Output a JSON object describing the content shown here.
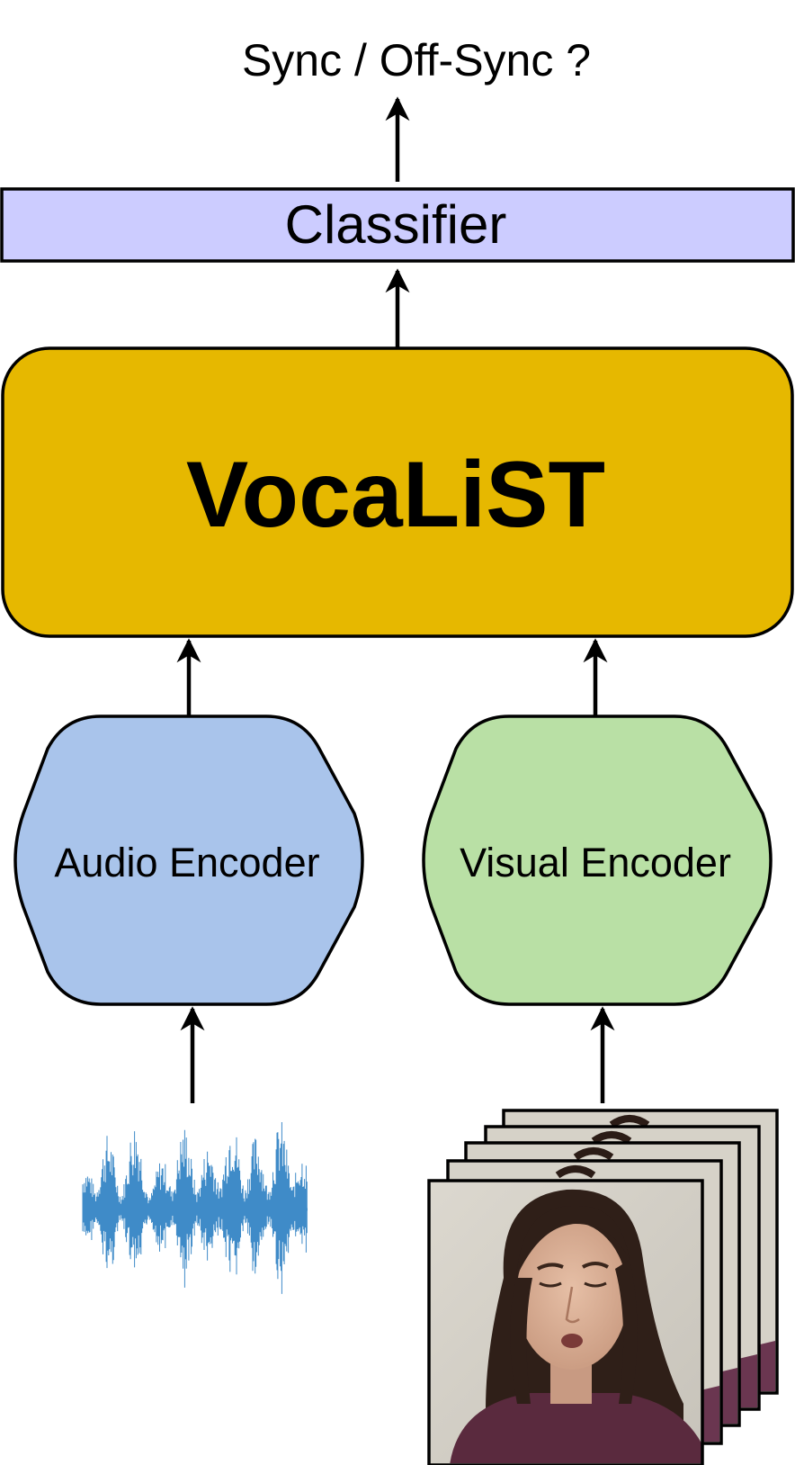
{
  "output_label": "Sync / Off-Sync ?",
  "classifier": {
    "label": "Classifier",
    "color": "#ccccff"
  },
  "core_model": {
    "label": "VocaLiST",
    "color": "#e6b800"
  },
  "audio_encoder": {
    "label": "Audio Encoder",
    "color": "#a9c4eb"
  },
  "visual_encoder": {
    "label": "Visual Encoder",
    "color": "#b9e0a5"
  },
  "inputs": {
    "audio_waveform": {
      "icon": "audio-waveform-icon",
      "color": "#3f8bc8"
    },
    "video_frames": {
      "icon": "video-frames-stack-icon",
      "frame_count": 5
    }
  }
}
